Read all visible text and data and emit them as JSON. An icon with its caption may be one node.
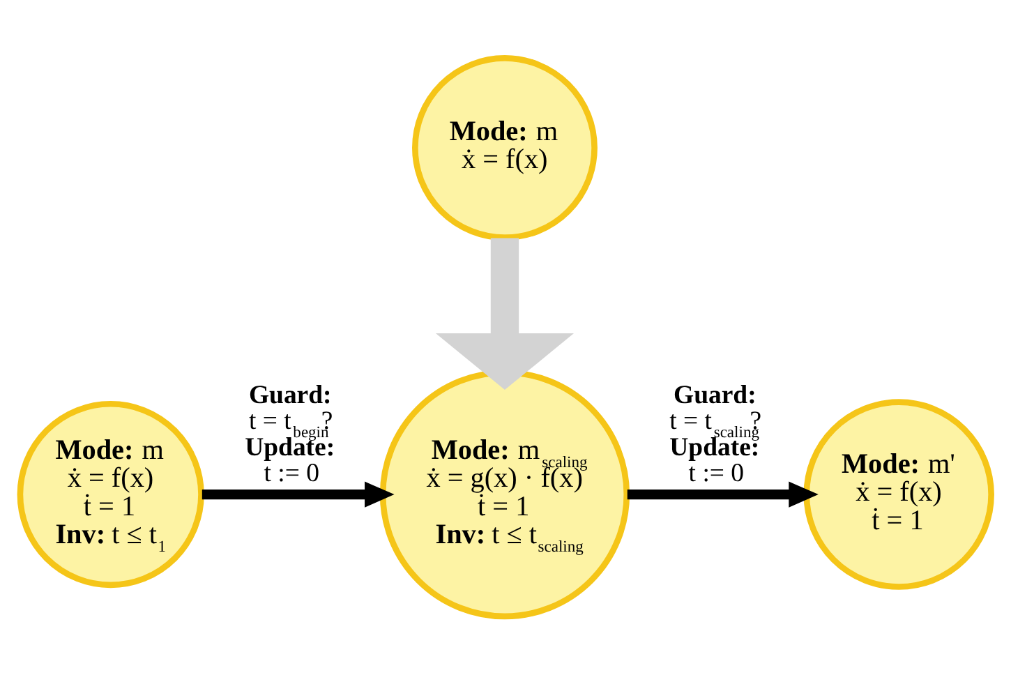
{
  "diagram": {
    "nodes": [
      {
        "text": [
          "**Mode:** m",
          "ẋ = f(x)"
        ]
      },
      {
        "text": [
          "**Mode:** m",
          "ẋ = f(x)",
          "ṫ = 1",
          "**Inv:** t ≤ t$_{1}$"
        ]
      },
      {
        "text": [
          "**Mode:** m$_{scaling}$",
          "ẋ = g(x) · f(x)",
          "ṫ = 1",
          "**Inv:** t ≤ t$_{scaling}$"
        ]
      },
      {
        "text": [
          "**Mode:** m'",
          "ẋ = f(x)",
          "ṫ = 1"
        ]
      }
    ],
    "edges": [
      {
        "from": 0,
        "to": 2,
        "arrow": "to",
        "style": "thick",
        "color": "#d3d3d3"
      },
      {
        "from": 1,
        "to": 2,
        "arrow": "to",
        "label": "**Guard:** t = t$_{begin}$? **Update:** t := 0"
      },
      {
        "from": 2,
        "to": 3,
        "arrow": "to",
        "label": "**Guard:** t = t$_{scaling}$? **Update:** t := 0"
      }
    ]
  }
}
